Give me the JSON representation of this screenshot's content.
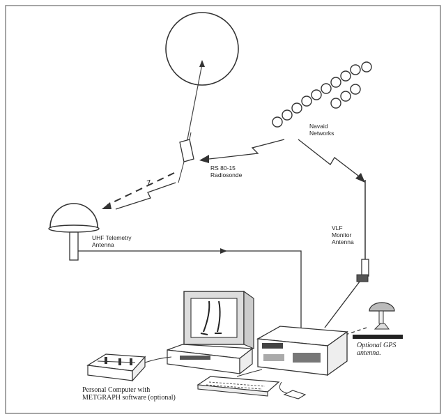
{
  "labels": {
    "navaid_line1": "Navaid",
    "navaid_line2": "Networks",
    "radiosonde_line1": "RS 80-15",
    "radiosonde_line2": "Radiosonde",
    "uhf_line1": "UHF Telemetry",
    "uhf_line2": "Antenna",
    "vlf_line1": "VLF",
    "vlf_line2": "Monitor",
    "vlf_line3": "Antenna",
    "gps_line1": "Optional GPS",
    "gps_line2": "antenna.",
    "pc_line1": "Personal Computer with",
    "pc_line2": "METGRAPH software (optional)"
  },
  "colors": {
    "ink": "#333333",
    "paper": "#ffffff",
    "frame": "#888888"
  }
}
